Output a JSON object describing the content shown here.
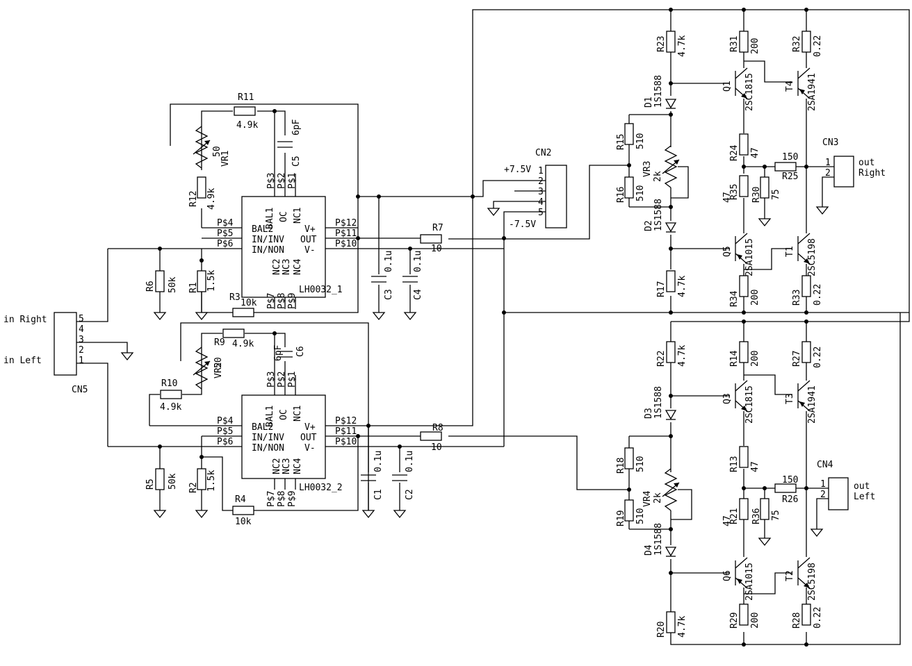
{
  "ic1": {
    "name": "LH0032_1",
    "pins_left": [
      "P$4",
      "P$5",
      "P$6"
    ],
    "pins_right": [
      "P$12",
      "P$11",
      "P$10"
    ],
    "top_pins": [
      "P$3",
      "P$2",
      "P$1"
    ],
    "bottom_pins": [
      "P$7",
      "P$8",
      "P$9"
    ],
    "labels_left": [
      "BAL2",
      "IN/INV",
      "IN/NON"
    ],
    "labels_right": [
      "V+",
      "OUT",
      "V-"
    ],
    "labels_top": [
      "BAL1",
      "OC",
      "NC1"
    ],
    "labels_bottom": [
      "NC2",
      "NC3",
      "NC4"
    ]
  },
  "ic2": {
    "name": "LH0032_2",
    "pins_left": [
      "P$4",
      "P$5",
      "P$6"
    ],
    "pins_right": [
      "P$12",
      "P$11",
      "P$10"
    ],
    "top_pins": [
      "P$3",
      "P$2",
      "P$1"
    ],
    "bottom_pins": [
      "P$7",
      "P$8",
      "P$9"
    ],
    "labels_left": [
      "BAL2",
      "IN/INV",
      "IN/NON"
    ],
    "labels_right": [
      "V+",
      "OUT",
      "V-"
    ],
    "labels_top": [
      "BAL1",
      "OC",
      "NC1"
    ],
    "labels_bottom": [
      "NC2",
      "NC3",
      "NC4"
    ]
  },
  "cn2": {
    "name": "CN2",
    "pins": [
      "1",
      "2",
      "3",
      "4",
      "5"
    ],
    "plus": "+7.5V",
    "minus": "-7.5V"
  },
  "cn5": {
    "name": "CN5",
    "pins": [
      "5",
      "4",
      "3",
      "2",
      "1"
    ],
    "in_right": "in Right",
    "in_left": "in Left"
  },
  "cn3": {
    "name": "CN3",
    "pins": [
      "1",
      "2"
    ],
    "label1": "out",
    "label2": "Right"
  },
  "cn4": {
    "name": "CN4",
    "pins": [
      "1",
      "2"
    ],
    "label1": "out",
    "label2": "Left"
  },
  "parts": {
    "R1": {
      "name": "R1",
      "value": "1.5k"
    },
    "R2": {
      "name": "R2",
      "value": "1.5k"
    },
    "R3": {
      "name": "R3",
      "value": "10k"
    },
    "R4": {
      "name": "R4",
      "value": "10k"
    },
    "R5": {
      "name": "R5",
      "value": "50k"
    },
    "R6": {
      "name": "R6",
      "value": "50k"
    },
    "R7": {
      "name": "R7",
      "value": "10"
    },
    "R8": {
      "name": "R8",
      "value": "10"
    },
    "R9": {
      "name": "R9",
      "value": "4.9k"
    },
    "R10": {
      "name": "R10",
      "value": "4.9k"
    },
    "R11": {
      "name": "R11",
      "value": "4.9k"
    },
    "R12": {
      "name": "R12",
      "value": "4.9k"
    },
    "R13": {
      "name": "R13",
      "value": "47"
    },
    "R14": {
      "name": "R14",
      "value": "200"
    },
    "R15": {
      "name": "R15",
      "value": "510"
    },
    "R16": {
      "name": "R16",
      "value": "510"
    },
    "R17": {
      "name": "R17",
      "value": "4.7k"
    },
    "R18": {
      "name": "R18",
      "value": "510"
    },
    "R19": {
      "name": "R19",
      "value": "510"
    },
    "R20": {
      "name": "R20",
      "value": "4.7k"
    },
    "R21": {
      "name": "R21",
      "value": "47"
    },
    "R22": {
      "name": "R22",
      "value": "4.7k"
    },
    "R23": {
      "name": "R23",
      "value": "4.7k"
    },
    "R24": {
      "name": "R24",
      "value": "47"
    },
    "R25": {
      "name": "R25",
      "value": "150"
    },
    "R26": {
      "name": "R26",
      "value": "150"
    },
    "R27": {
      "name": "R27",
      "value": "0.22"
    },
    "R28": {
      "name": "R28",
      "value": "0.22"
    },
    "R29": {
      "name": "R29",
      "value": "200"
    },
    "R30": {
      "name": "R30",
      "value": "75"
    },
    "R31": {
      "name": "R31",
      "value": "200"
    },
    "R32": {
      "name": "R32",
      "value": "0.22"
    },
    "R33": {
      "name": "R33",
      "value": "0.22"
    },
    "R34": {
      "name": "R34",
      "value": "200"
    },
    "R35": {
      "name": "R35",
      "value": "47"
    },
    "R36": {
      "name": "R36",
      "value": "75"
    },
    "C1": {
      "name": "C1",
      "value": "0.1u"
    },
    "C2": {
      "name": "C2",
      "value": "0.1u"
    },
    "C3": {
      "name": "C3",
      "value": "0.1u"
    },
    "C4": {
      "name": "C4",
      "value": "0.1u"
    },
    "C5": {
      "name": "C5",
      "value": "6pF"
    },
    "C6": {
      "name": "C6",
      "value": "6pF"
    },
    "VR1": {
      "name": "VR1",
      "value": "50"
    },
    "VR2": {
      "name": "VR2",
      "value": "50"
    },
    "VR3": {
      "name": "VR3",
      "value": "2k"
    },
    "VR4": {
      "name": "VR4",
      "value": "2k"
    },
    "D1": {
      "name": "D1",
      "value": "1S1588"
    },
    "D2": {
      "name": "D2",
      "value": "1S1588"
    },
    "D3": {
      "name": "D3",
      "value": "1S1588"
    },
    "D4": {
      "name": "D4",
      "value": "1S1588"
    },
    "Q1": {
      "name": "Q1",
      "value": "2SC1815"
    },
    "Q3": {
      "name": "Q3",
      "value": "2SC1815"
    },
    "Q5": {
      "name": "Q5",
      "value": "2SA1015"
    },
    "Q6": {
      "name": "Q6",
      "value": "2SA1015"
    },
    "T1": {
      "name": "T1",
      "value": "2SC5198"
    },
    "T2": {
      "name": "T2",
      "value": "2SC5198"
    },
    "T3": {
      "name": "T3",
      "value": "2SA1941"
    },
    "T4": {
      "name": "T4",
      "value": "2SA1941"
    }
  }
}
